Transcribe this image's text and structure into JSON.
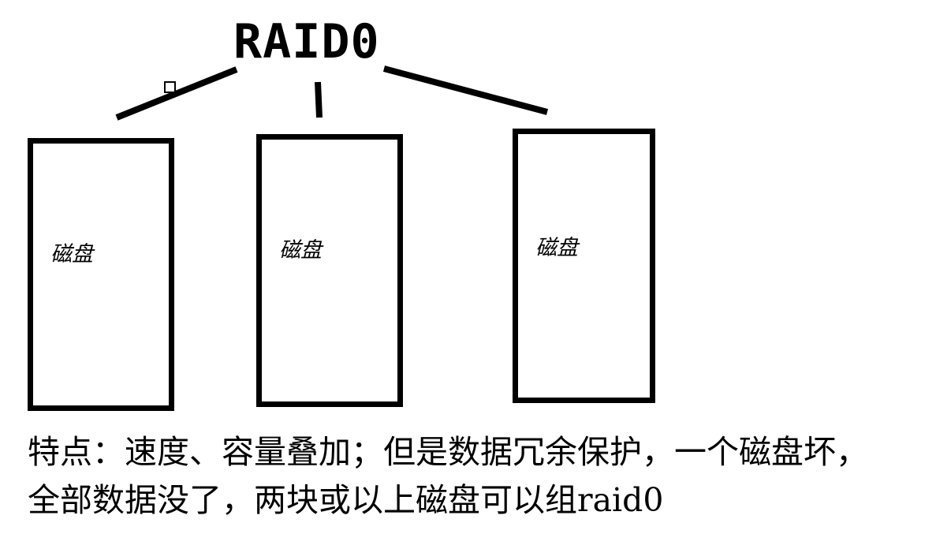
{
  "diagram": {
    "title": "RAID0",
    "disks": [
      {
        "label": "磁盘"
      },
      {
        "label": "磁盘"
      },
      {
        "label": "磁盘"
      }
    ],
    "caption": {
      "line1": "特点：速度、容量叠加；但是数据冗余保护，一个磁盘坏，",
      "line2": "全部数据没了，两块或以上磁盘可以组raid0"
    },
    "colors": {
      "stroke": "#000000",
      "background": "#ffffff"
    }
  }
}
